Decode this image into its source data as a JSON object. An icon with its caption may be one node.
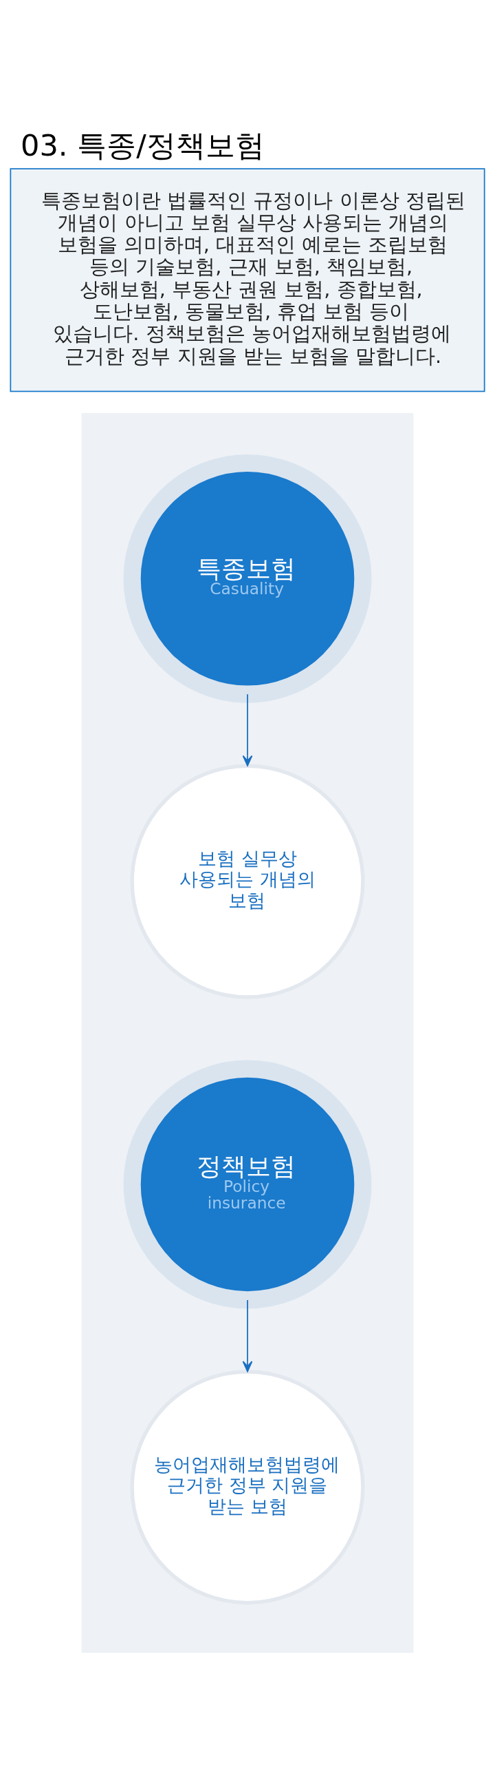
{
  "diagram": {
    "title": "03. 특종/정책보험",
    "nodes": [
      {
        "text": [
          "특종보험이란 법률적인 규정이나 이론상 정립된 개념이 아니고 보험 실무상 사용되는 개념의 보험을 의미하며, 대표적인 예로는 조립보험 등의 기술보험, 근재 보험, 책임보험, 상해보험, 부동산 권원 보험, 종합보험, 도난보험, 동물보험, 휴업 보험 등이 있습니다. 정책보험은 농어업재해보험법령에 근거한 정부 지원을 받는 보험을 말합니다."
        ]
      },
      {
        "text": [],
        "shape": "box"
      },
      {
        "text": [
          "특종보험",
          "Casuality"
        ],
        "in": 1
      },
      {
        "text": [
          "보험 실무상 사용되는 개념의 보험"
        ],
        "in": 1
      },
      {
        "text": [
          "정책보험",
          "Policy insurance"
        ],
        "in": 1
      },
      {
        "text": [
          "농어업재해보험법령에 근거한 정부 지원을 받는 보험"
        ],
        "in": 1
      }
    ],
    "edges": [
      {
        "from": 2,
        "to": 3,
        "arrow": "to"
      },
      {
        "from": 4,
        "to": 5,
        "arrow": "to"
      }
    ]
  }
}
